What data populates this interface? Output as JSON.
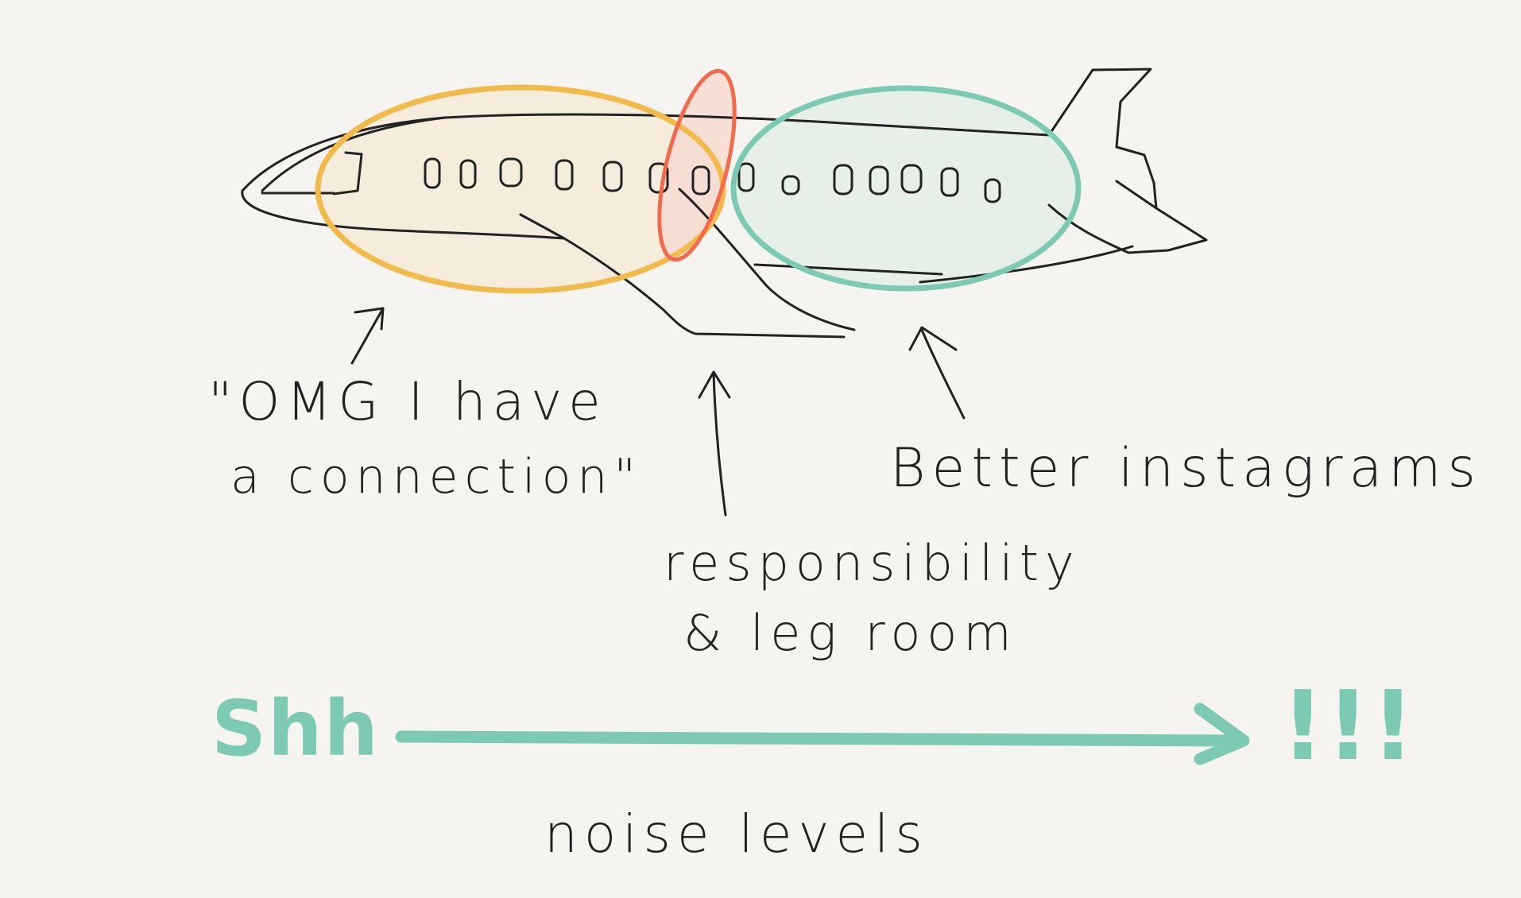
{
  "colors": {
    "background": "#f5f4f0",
    "ink": "#222222",
    "yellow_zone": "#f2b94b",
    "yellow_fill": "#f5ebd8",
    "red_zone": "#f26b4f",
    "red_fill": "#f7ddd3",
    "teal_zone": "#7ccab3",
    "teal_fill": "#e5efe7"
  },
  "labels": {
    "connection_line1": "\"OMG I have",
    "connection_line2": "a connection\"",
    "responsibility_line1": "responsibility",
    "responsibility_line2": "& leg room",
    "instagrams": "Better instagrams"
  },
  "scale": {
    "low": "Shh",
    "high": "!!!",
    "axis_label": "noise levels"
  },
  "icons": {
    "airplane": "airplane-sketch",
    "scale_arrow": "arrow-right-icon"
  }
}
